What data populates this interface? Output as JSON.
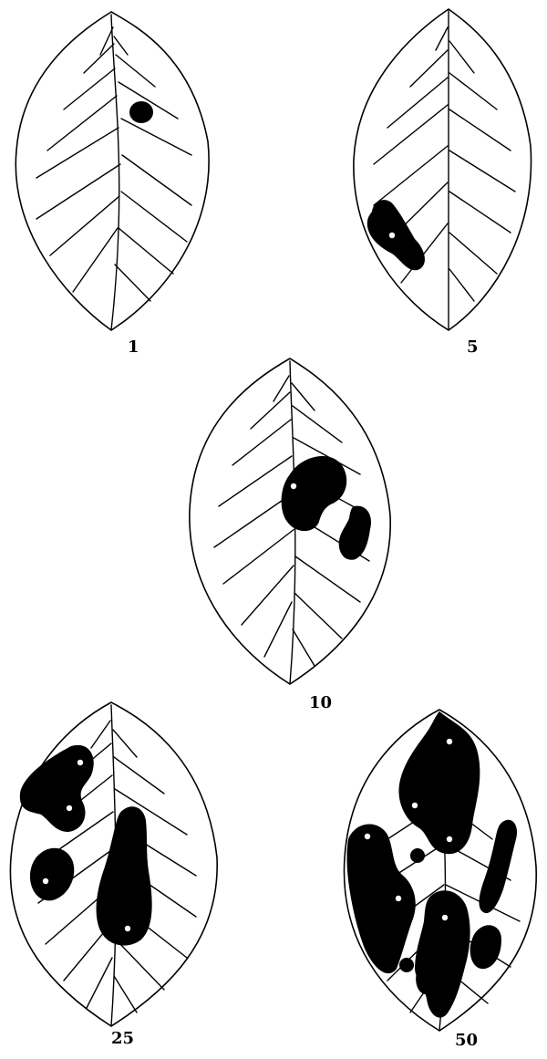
{
  "severity_scale": {
    "leaves": [
      {
        "id": "leaf-1",
        "label": "1"
      },
      {
        "id": "leaf-5",
        "label": "5"
      },
      {
        "id": "leaf-10",
        "label": "10"
      },
      {
        "id": "leaf-25",
        "label": "25"
      },
      {
        "id": "leaf-50",
        "label": "50"
      }
    ]
  },
  "colors": {
    "lesion": "#000000",
    "leaf_fill": "#ffffff",
    "outline": "#000000",
    "background": "#ffffff"
  }
}
